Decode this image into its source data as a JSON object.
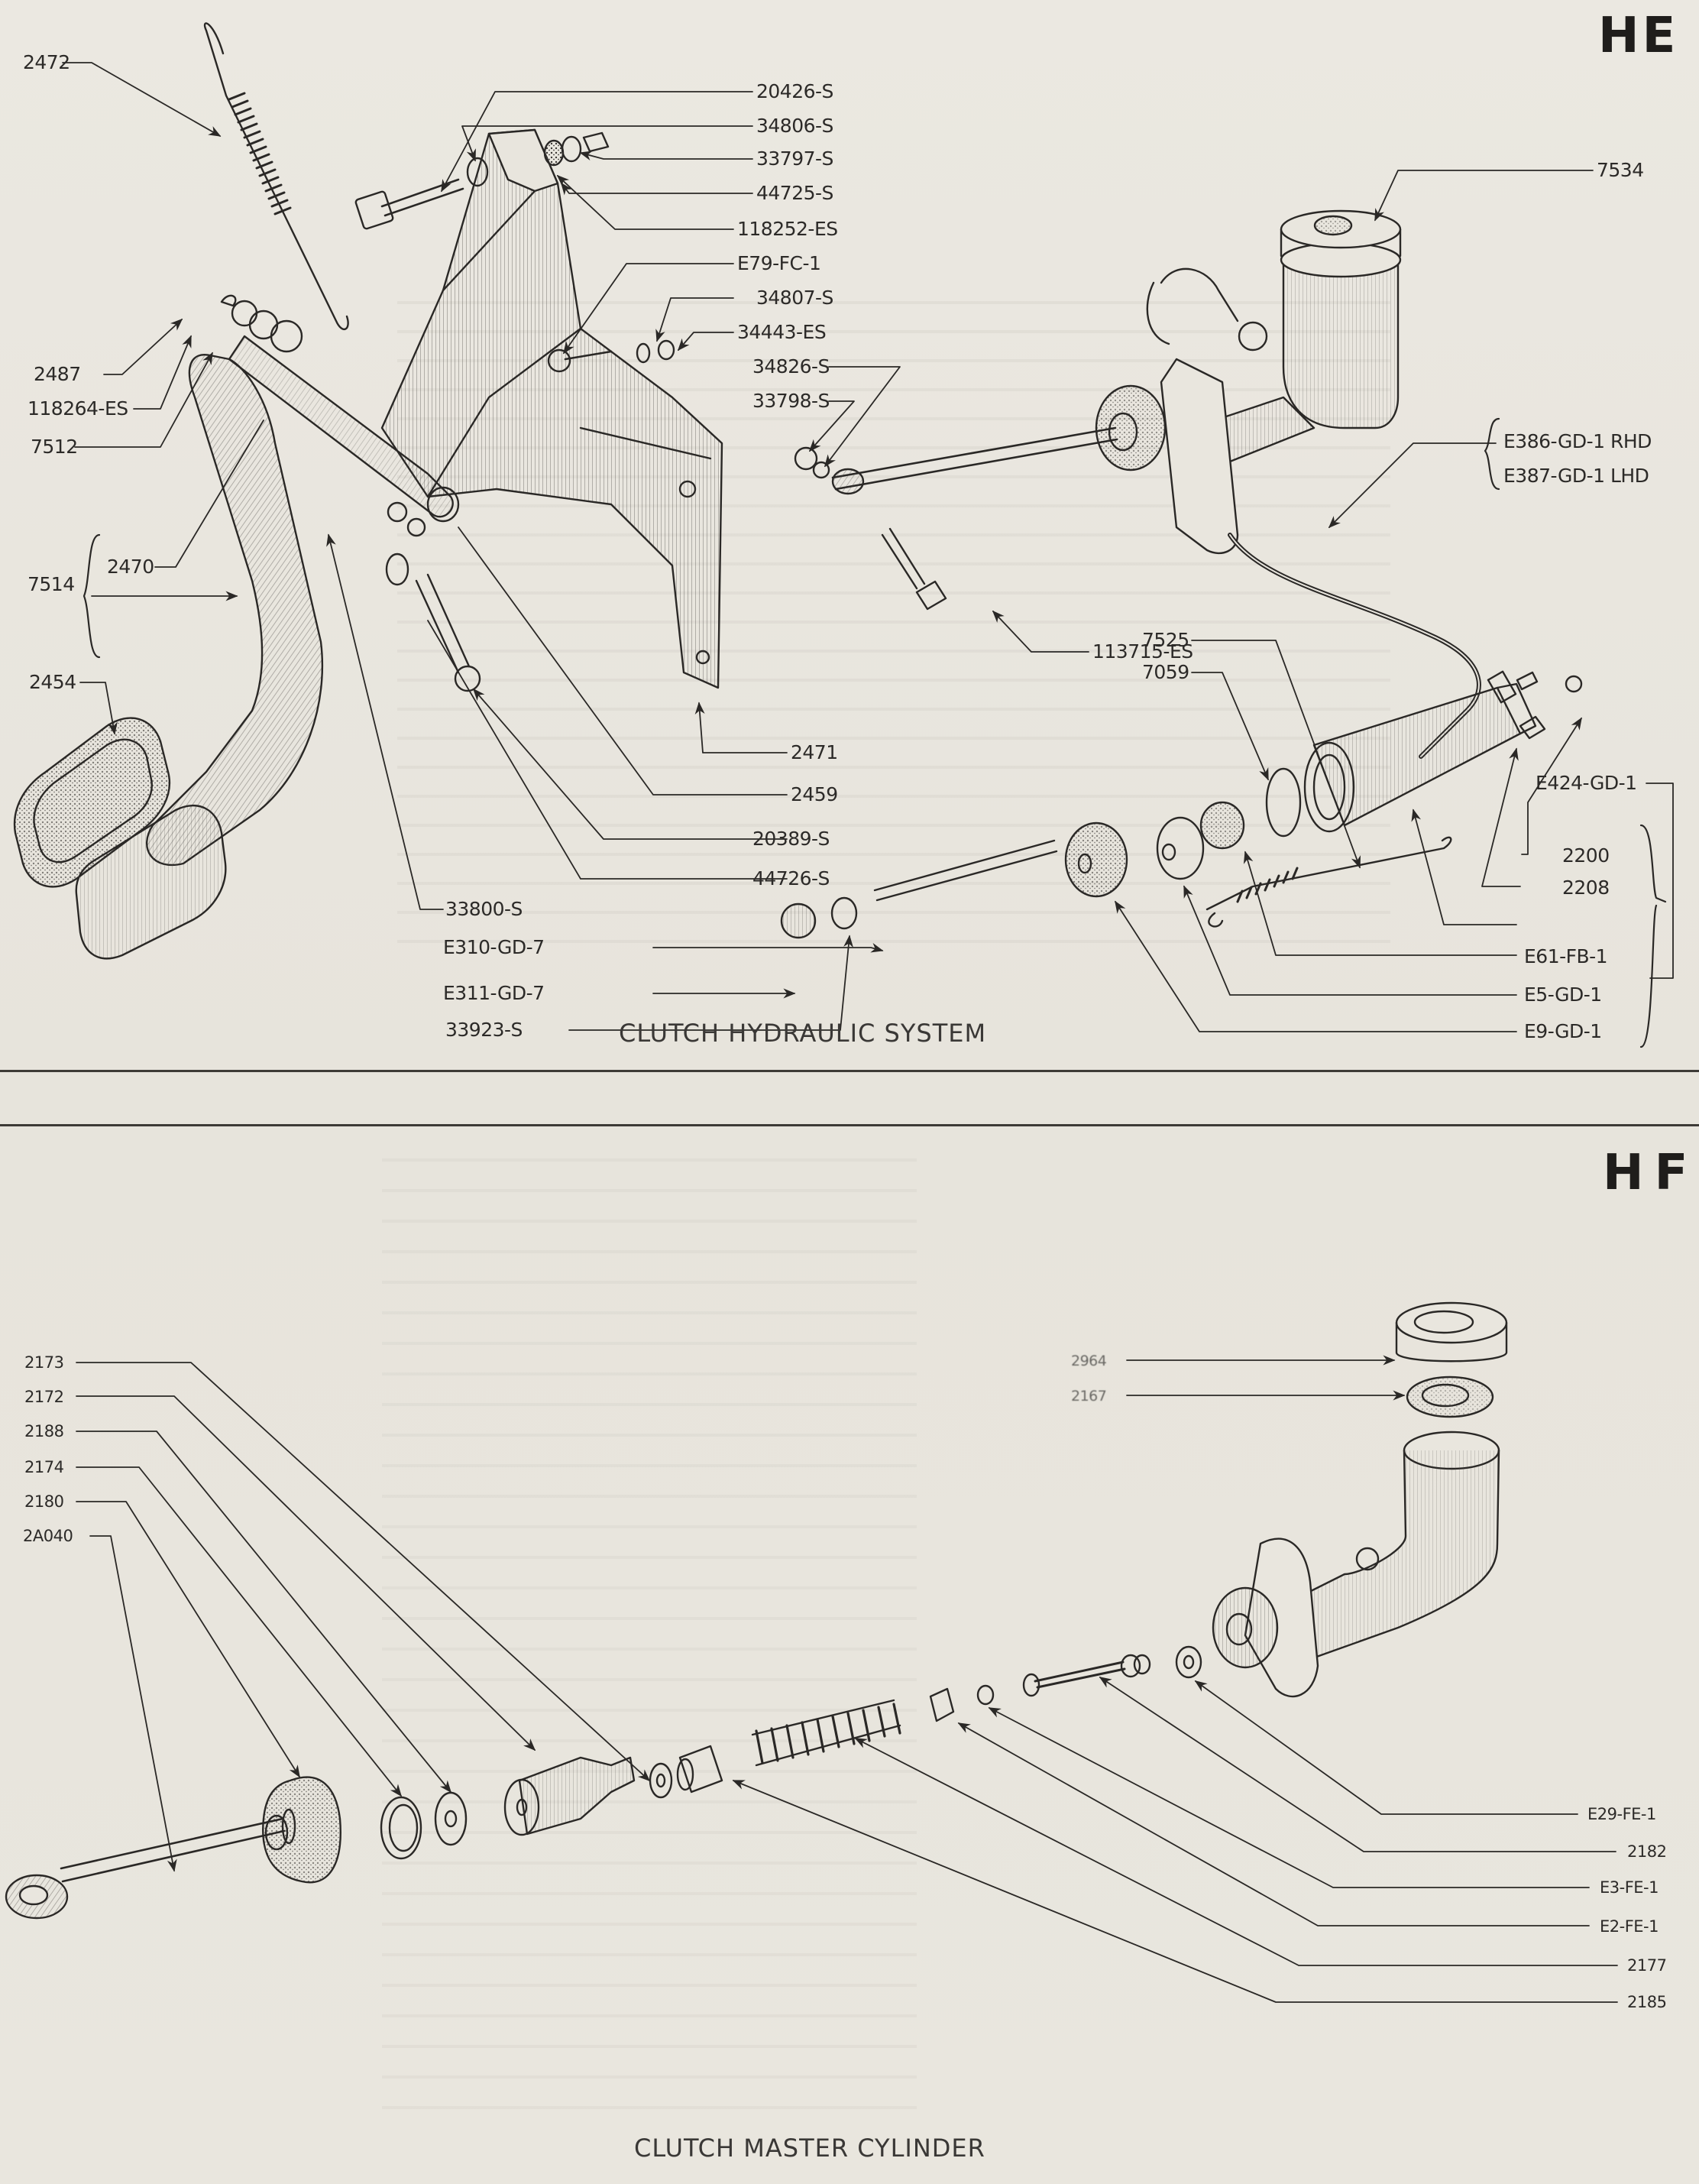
{
  "sections": [
    {
      "code": "HE",
      "caption": "CLUTCH HYDRAULIC SYSTEM",
      "callouts": {
        "p2472": "2472",
        "p20426S": "20426-S",
        "p34806S": "34806-S",
        "p33797S": "33797-S",
        "p44725S": "44725-S",
        "p118252ES": "118252-ES",
        "pE79FC1": "E79-FC-1",
        "p34807S": "34807-S",
        "p34443ES": "34443-ES",
        "p34826S": "34826-S",
        "p33798S": "33798-S",
        "p2487": "2487",
        "p118264ES": "118264-ES",
        "p7512": "7512",
        "p7514": "7514",
        "p2470": "2470",
        "p2454": "2454",
        "p2471": "2471",
        "p2459": "2459",
        "p20389S": "20389-S",
        "p44726S": "44726-S",
        "p33800S": "33800-S",
        "pE310GD7": "E310-GD-7",
        "pE311GD7": "E311-GD-7",
        "p33923S": "33923-S",
        "p7534": "7534",
        "pE386GD1": "E386-GD-1 RHD",
        "pE387GD1": "E387-GD-1 LHD",
        "p113715ES": "113715-ES",
        "p7525": "7525",
        "p7059": "7059",
        "pE424GD1": "E424-GD-1",
        "p2200": "2200",
        "p2208": "2208",
        "pE61FB1": "E61-FB-1",
        "pE5GD1": "E5-GD-1",
        "pE9GD1": "E9-GD-1"
      }
    },
    {
      "code": "HF",
      "caption": "CLUTCH MASTER CYLINDER",
      "callouts": {
        "p2173": "2173",
        "p2172": "2172",
        "p2188": "2188",
        "p2174": "2174",
        "p2180": "2180",
        "p2A040": "2A040",
        "p2964": "2964",
        "p2167": "2167",
        "pE29FE1": "E29-FE-1",
        "p2182": "2182",
        "pE3FE1": "E3-FE-1",
        "pE2FE1": "E2-FE-1",
        "p2177": "2177",
        "p2185": "2185"
      }
    }
  ]
}
